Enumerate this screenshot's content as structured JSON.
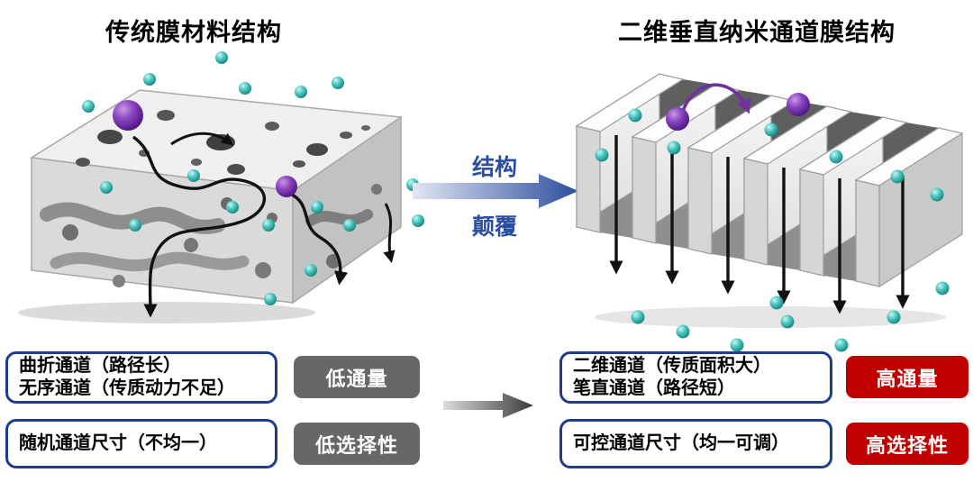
{
  "titles": {
    "left": "传统膜材料结构",
    "right": "二维垂直纳米通道膜结构"
  },
  "transition": {
    "label_top": "结构",
    "label_bottom": "颠覆"
  },
  "left_panel": {
    "features_box1": [
      "曲折通道（路径长）",
      "无序通道（传质动力不足）"
    ],
    "features_box2": [
      "随机通道尺寸（不均一）"
    ],
    "badge_flux": "低通量",
    "badge_selectivity": "低选择性"
  },
  "right_panel": {
    "features_box1": [
      "二维通道（传质面积大）",
      "笔直通道（路径短）"
    ],
    "features_box2": [
      "可控通道尺寸（均一可调）"
    ],
    "badge_flux": "高通量",
    "badge_selectivity": "高选择性"
  },
  "icons": {
    "transition_arrow": "blue-gradient-right-arrow",
    "result_arrow": "gray-gradient-right-arrow",
    "tortuous_flow_arrows": "black-curved-down-arrows",
    "channel_flow_arrows": "black-straight-down-arrows",
    "rejected_particle_arrow": "purple-curved-bounce-arrow"
  },
  "colors": {
    "accent_blue": "#2b4ea0",
    "box_border_blue": "#1e3c8c",
    "badge_gray": "#676767",
    "badge_red": "#c00000",
    "particle_teal": "#3ec6c0",
    "particle_purple": "#7030a0",
    "arrow_black": "#111111"
  }
}
